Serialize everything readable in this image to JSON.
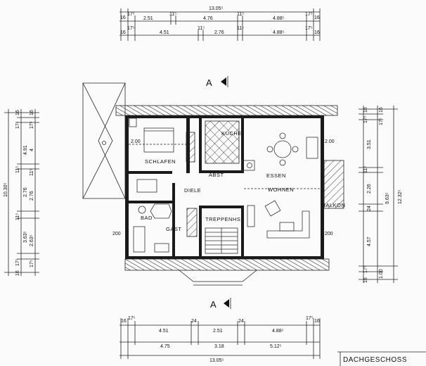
{
  "title": "DACHGESCHOSS",
  "section_marks": [
    "A",
    "A"
  ],
  "rooms": {
    "schlafen": "SCHLAFEN",
    "kuche": "KUCHE",
    "essen": "ESSEN",
    "wohnen": "WOHNEN",
    "diele": "DIELE",
    "bad": "BAD",
    "gast": "GAST",
    "treppenhs": "TREPPENHS",
    "abst": "ABST",
    "balkon": "BALKON"
  },
  "room_dims": {
    "schlafen_200": "2.00",
    "essen_200": "2.00",
    "gast_200": "200",
    "balkon_200": "200"
  },
  "top_dims": {
    "overall": "13.05⁵",
    "row1": [
      "16",
      "17⁵",
      "2.51",
      "11⁵",
      "4.76",
      "11⁵",
      "4.88⁵",
      "17⁵",
      "16"
    ],
    "row2": [
      "16",
      "17⁵",
      "4.51",
      "11⁵",
      "2.76",
      "11⁵",
      "4.88⁵",
      "17⁵",
      "16"
    ]
  },
  "bottom_dims": {
    "row1": [
      "16",
      "17⁵",
      "4.51",
      "24",
      "2.51",
      "24",
      "4.88⁵",
      "17⁵",
      "16"
    ],
    "row2": [
      "4.75",
      "3.18",
      "5.12⁵"
    ],
    "overall": "13.05⁵"
  },
  "left_dims": {
    "overall": "10.30⁵",
    "col1": [
      "16",
      "17⁵",
      "4.91",
      "11⁵",
      "2.76",
      "11⁵",
      "3.63⁵",
      "17⁵",
      "16"
    ],
    "col2": [
      "16",
      "17⁵",
      "4",
      "11⁵",
      "2.76",
      "2.63⁵",
      "17⁵"
    ]
  },
  "right_dims": {
    "overall": "12.32⁵",
    "col1": [
      "16",
      "17⁵",
      "3.51",
      "11⁵",
      "2.26",
      "24",
      "4.57",
      "17⁵",
      "16"
    ],
    "col2": [
      "16",
      "17⁵",
      "9.63⁵",
      "1.00",
      "16"
    ]
  }
}
